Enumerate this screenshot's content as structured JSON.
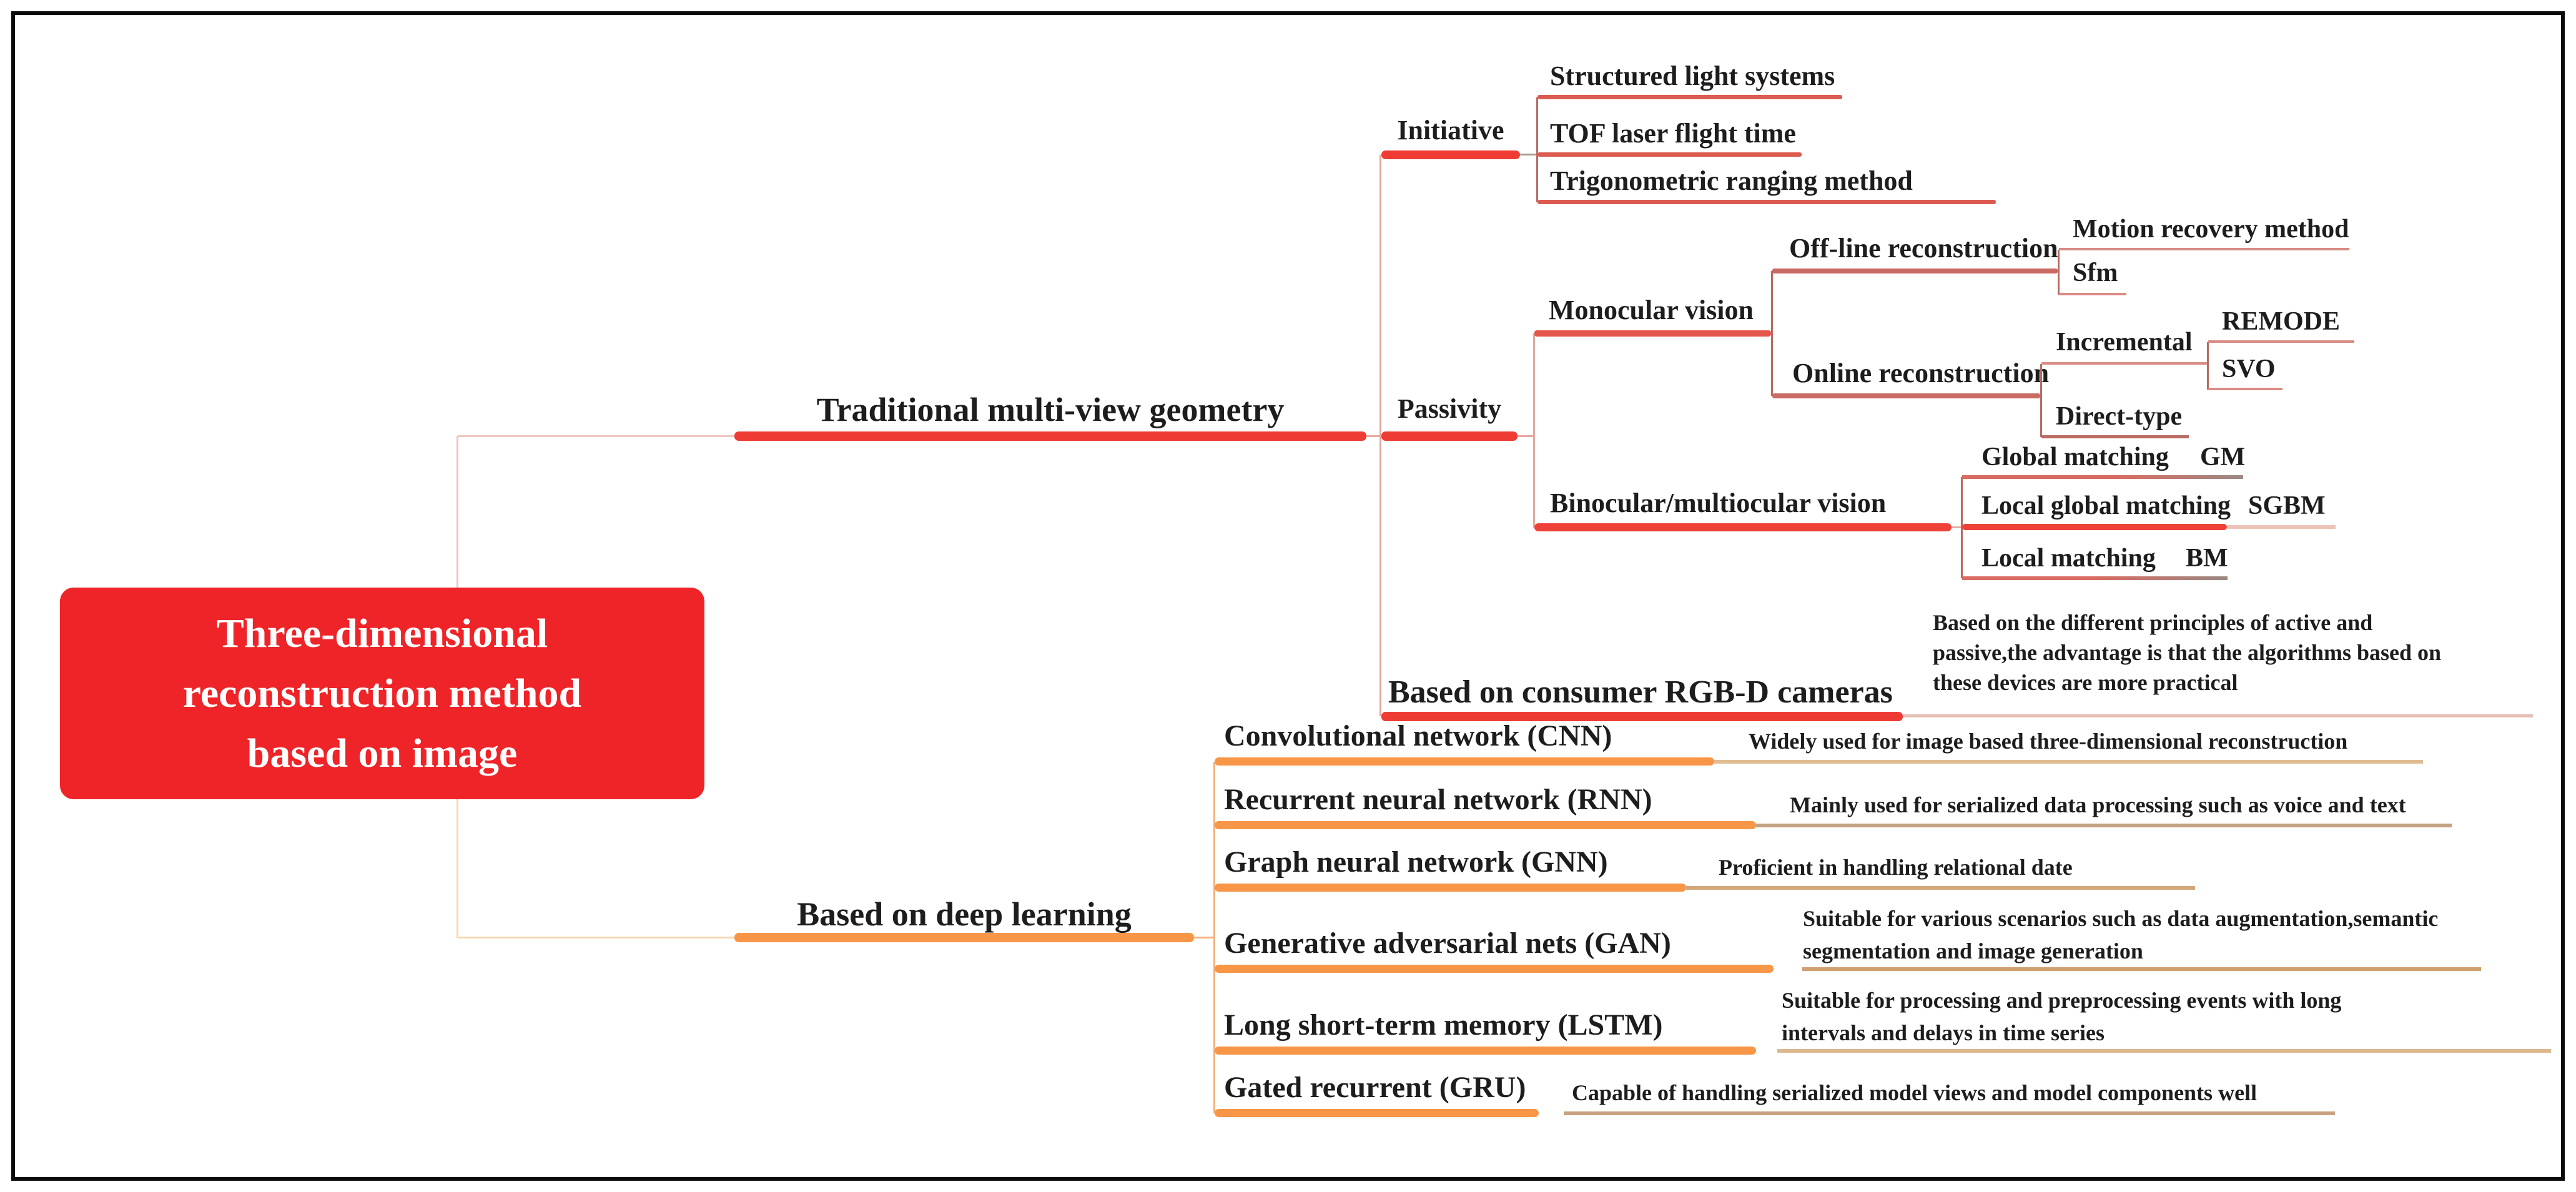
{
  "root": {
    "line1": "Three-dimensional",
    "line2": "reconstruction method",
    "line3": "based on image"
  },
  "traditional": {
    "label": "Traditional multi-view geometry"
  },
  "initiative": {
    "label": "Initiative",
    "children": [
      "Structured light systems",
      "TOF laser flight time",
      "Trigonometric ranging method"
    ]
  },
  "passivity": {
    "label": "Passivity"
  },
  "monocular": {
    "label": "Monocular vision"
  },
  "offline": {
    "label": "Off-line reconstruction",
    "children": [
      "Motion recovery method",
      "Sfm"
    ]
  },
  "online": {
    "label": "Online reconstruction"
  },
  "incremental": {
    "label": "Incremental",
    "children": [
      "REMODE",
      "SVO"
    ]
  },
  "direct": {
    "label": "Direct-type"
  },
  "binocular": {
    "label": "Binocular/multiocular vision",
    "children": [
      {
        "label": "Global matching",
        "abbr": "GM"
      },
      {
        "label": "Local global matching",
        "abbr": "SGBM"
      },
      {
        "label": "Local matching",
        "abbr": "BM"
      }
    ]
  },
  "rgbd": {
    "label": "Based on consumer RGB-D cameras",
    "note": [
      "Based on the different principles of active and",
      "passive,the advantage is that the algorithms based on",
      "these devices are more practical"
    ]
  },
  "deep": {
    "label": "Based on deep learning",
    "children": [
      {
        "label": "Convolutional network (CNN)",
        "desc": [
          "Widely used for image based three-dimensional reconstruction"
        ]
      },
      {
        "label": "Recurrent neural network (RNN)",
        "desc": [
          "Mainly used for serialized data processing such as voice and text"
        ]
      },
      {
        "label": "Graph neural network (GNN)",
        "desc": [
          "Proficient in handling relational date"
        ]
      },
      {
        "label": "Generative adversarial nets (GAN)",
        "desc": [
          "Suitable for various scenarios such as data augmentation,semantic",
          "segmentation and image generation"
        ]
      },
      {
        "label": "Long short-term memory (LSTM)",
        "desc": [
          "Suitable for processing and preprocessing events with long",
          "intervals and delays in time series"
        ]
      },
      {
        "label": "Gated recurrent (GRU)",
        "desc": [
          "Capable of handling serialized model views and model components well"
        ]
      }
    ]
  },
  "colors": {
    "root_red": "#ee2428",
    "bar_red": "#ee3c35",
    "orange": "#f79646",
    "tan_line": "#c9a27e",
    "dark_red_line": "#b96b63",
    "light_pink_line": "#e8aaa2",
    "light_orange_line": "#f2b27c",
    "text": "#1d1d1d"
  }
}
